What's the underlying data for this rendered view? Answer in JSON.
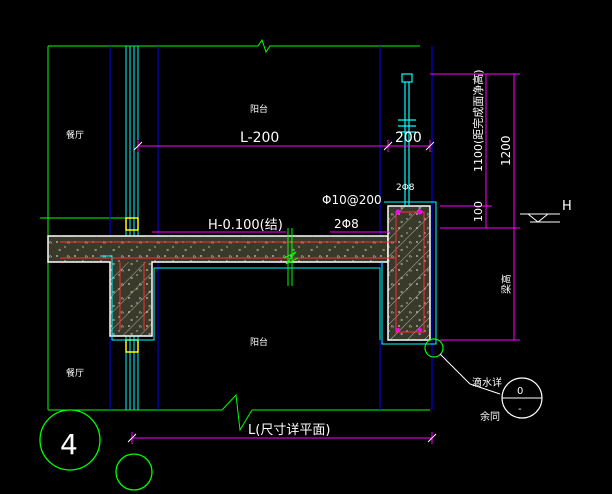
{
  "drawing": {
    "detail_number": "4",
    "labels": {
      "room_left_top": "餐厅",
      "room_left_bottom": "餐厅",
      "room_balcony_top": "阳台",
      "room_balcony_bottom": "阳台",
      "span_inner": "L-200",
      "span_edge": "200",
      "span_total": "L(尺寸详平面)",
      "elevation_level": "H-0.100(结)",
      "rebar_top": "Φ10@200",
      "rebar_bottom": "2Φ8",
      "rebar_corner": "2Φ8",
      "railing_height": "1100(距完成面净高)",
      "overall_height": "1200",
      "curb_height": "100",
      "beam_depth": "梁高",
      "level_mark": "H",
      "drip_note": "滴水详",
      "drip_ref": "余同",
      "ref_circle_top": "0",
      "ref_circle_bottom": "-"
    },
    "colors": {
      "background": "#000000",
      "frame": "#00ff00",
      "glazing": "#0000ff",
      "slab_fill": "#ffff00",
      "dimension": "#ff00ff",
      "section": "#ffffff",
      "annotation": "#ffffff",
      "railing": "#00ffff",
      "hatch": "#ff0000"
    }
  }
}
